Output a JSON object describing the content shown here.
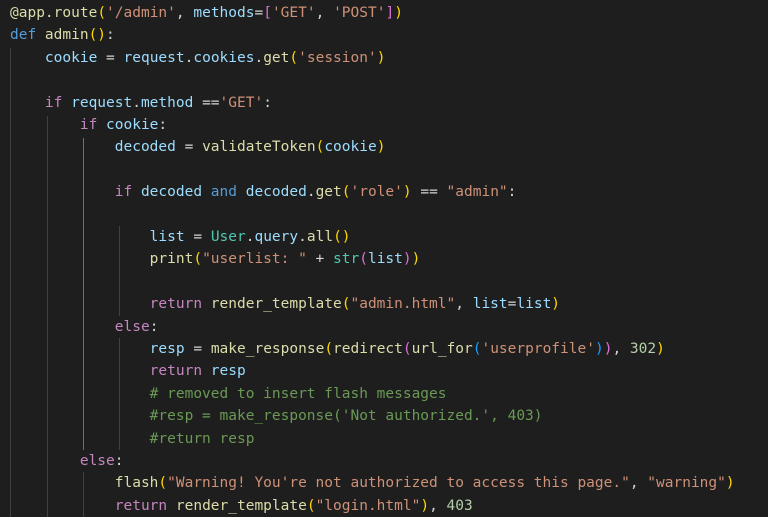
{
  "editor": {
    "background": "#1e1e1e",
    "colors": {
      "keyword": "#c586c0",
      "declaration": "#569cd6",
      "function": "#dcdcaa",
      "variable": "#9cdcfe",
      "string": "#ce9178",
      "number": "#b5cea8",
      "class": "#4ec9b0",
      "comment": "#6a9955",
      "bracket_1": "#ffd700",
      "bracket_2": "#da70d6",
      "bracket_3": "#179fff"
    },
    "lines": [
      [
        [
          "fn",
          "@app.route"
        ],
        [
          "b1",
          "("
        ],
        [
          "str",
          "'/admin'"
        ],
        [
          "pn",
          ", "
        ],
        [
          "var",
          "methods"
        ],
        [
          "pn",
          "="
        ],
        [
          "b2",
          "["
        ],
        [
          "str",
          "'GET'"
        ],
        [
          "pn",
          ", "
        ],
        [
          "str",
          "'POST'"
        ],
        [
          "b2",
          "]"
        ],
        [
          "b1",
          ")"
        ]
      ],
      [
        [
          "kd",
          "def "
        ],
        [
          "fn",
          "admin"
        ],
        [
          "b1",
          "()"
        ],
        [
          "pn",
          ":"
        ]
      ],
      [
        [
          "var",
          "    cookie"
        ],
        [
          "pn",
          " = "
        ],
        [
          "var",
          "request"
        ],
        [
          "pn",
          "."
        ],
        [
          "var",
          "cookies"
        ],
        [
          "pn",
          "."
        ],
        [
          "fn",
          "get"
        ],
        [
          "b1",
          "("
        ],
        [
          "str",
          "'session'"
        ],
        [
          "b1",
          ")"
        ]
      ],
      [],
      [
        [
          "kw",
          "    if "
        ],
        [
          "var",
          "request"
        ],
        [
          "pn",
          "."
        ],
        [
          "var",
          "method"
        ],
        [
          "pn",
          " =="
        ],
        [
          "str",
          "'GET'"
        ],
        [
          "pn",
          ":"
        ]
      ],
      [
        [
          "kw",
          "        if "
        ],
        [
          "var",
          "cookie"
        ],
        [
          "pn",
          ":"
        ]
      ],
      [
        [
          "var",
          "            decoded"
        ],
        [
          "pn",
          " = "
        ],
        [
          "fn",
          "validateToken"
        ],
        [
          "b1",
          "("
        ],
        [
          "var",
          "cookie"
        ],
        [
          "b1",
          ")"
        ]
      ],
      [],
      [
        [
          "kw",
          "            if "
        ],
        [
          "var",
          "decoded"
        ],
        [
          "kd",
          " and "
        ],
        [
          "var",
          "decoded"
        ],
        [
          "pn",
          "."
        ],
        [
          "fn",
          "get"
        ],
        [
          "b1",
          "("
        ],
        [
          "str",
          "'role'"
        ],
        [
          "b1",
          ")"
        ],
        [
          "pn",
          " == "
        ],
        [
          "str",
          "\"admin\""
        ],
        [
          "pn",
          ":"
        ]
      ],
      [],
      [
        [
          "var",
          "                list"
        ],
        [
          "pn",
          " = "
        ],
        [
          "cls",
          "User"
        ],
        [
          "pn",
          "."
        ],
        [
          "var",
          "query"
        ],
        [
          "pn",
          "."
        ],
        [
          "fn",
          "all"
        ],
        [
          "b1",
          "()"
        ]
      ],
      [
        [
          "fn",
          "                print"
        ],
        [
          "b1",
          "("
        ],
        [
          "str",
          "\"userlist: \""
        ],
        [
          "pn",
          " + "
        ],
        [
          "cls",
          "str"
        ],
        [
          "b2",
          "("
        ],
        [
          "var",
          "list"
        ],
        [
          "b2",
          ")"
        ],
        [
          "b1",
          ")"
        ]
      ],
      [],
      [
        [
          "kw",
          "                return "
        ],
        [
          "fn",
          "render_template"
        ],
        [
          "b1",
          "("
        ],
        [
          "str",
          "\"admin.html\""
        ],
        [
          "pn",
          ", "
        ],
        [
          "var",
          "list"
        ],
        [
          "pn",
          "="
        ],
        [
          "var",
          "list"
        ],
        [
          "b1",
          ")"
        ]
      ],
      [
        [
          "kw",
          "            else"
        ],
        [
          "pn",
          ":"
        ]
      ],
      [
        [
          "var",
          "                resp"
        ],
        [
          "pn",
          " = "
        ],
        [
          "fn",
          "make_response"
        ],
        [
          "b1",
          "("
        ],
        [
          "fn",
          "redirect"
        ],
        [
          "b2",
          "("
        ],
        [
          "fn",
          "url_for"
        ],
        [
          "b3",
          "("
        ],
        [
          "str",
          "'userprofile'"
        ],
        [
          "b3",
          ")"
        ],
        [
          "b2",
          ")"
        ],
        [
          "pn",
          ", "
        ],
        [
          "num",
          "302"
        ],
        [
          "b1",
          ")"
        ]
      ],
      [
        [
          "kw",
          "                return "
        ],
        [
          "var",
          "resp"
        ]
      ],
      [
        [
          "cmt",
          "                # removed to insert flash messages"
        ]
      ],
      [
        [
          "cmt",
          "                #resp = make_response('Not authorized.', 403)"
        ]
      ],
      [
        [
          "cmt",
          "                #return resp"
        ]
      ],
      [
        [
          "kw",
          "        else"
        ],
        [
          "pn",
          ":"
        ]
      ],
      [
        [
          "fn",
          "            flash"
        ],
        [
          "b1",
          "("
        ],
        [
          "str",
          "\"Warning! You're not authorized to access this page.\""
        ],
        [
          "pn",
          ", "
        ],
        [
          "str",
          "\"warning\""
        ],
        [
          "b1",
          ")"
        ]
      ],
      [
        [
          "kw",
          "            return "
        ],
        [
          "fn",
          "render_template"
        ],
        [
          "b1",
          "("
        ],
        [
          "str",
          "\"login.html\""
        ],
        [
          "b1",
          ")"
        ],
        [
          "pn",
          ", "
        ],
        [
          "num",
          "403"
        ]
      ]
    ]
  }
}
